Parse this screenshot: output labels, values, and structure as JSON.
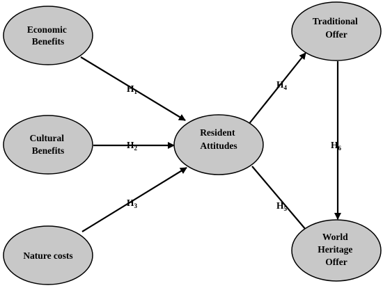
{
  "nodes": {
    "economic": {
      "lines": [
        "Economic",
        "Benefits"
      ]
    },
    "cultural": {
      "lines": [
        "Cultural",
        "Benefits"
      ]
    },
    "nature": {
      "lines": [
        "Nature costs"
      ]
    },
    "resident": {
      "lines": [
        "Resident",
        "Attitudes"
      ]
    },
    "traditional": {
      "lines": [
        "Traditional",
        "Offer"
      ]
    },
    "world": {
      "lines": [
        "World",
        "Heritage",
        "Offer"
      ]
    }
  },
  "edges": {
    "h1": {
      "base": "H",
      "sub": "1"
    },
    "h2": {
      "base": "H",
      "sub": "2"
    },
    "h3": {
      "base": "H",
      "sub": "3"
    },
    "h4": {
      "base": "H",
      "sub": "4"
    },
    "h5": {
      "base": "H",
      "sub": "5"
    },
    "h6": {
      "base": "H",
      "sub": "6"
    }
  },
  "colors": {
    "node_fill": "#c8c8c8",
    "stroke": "#000000",
    "background": "#ffffff"
  }
}
